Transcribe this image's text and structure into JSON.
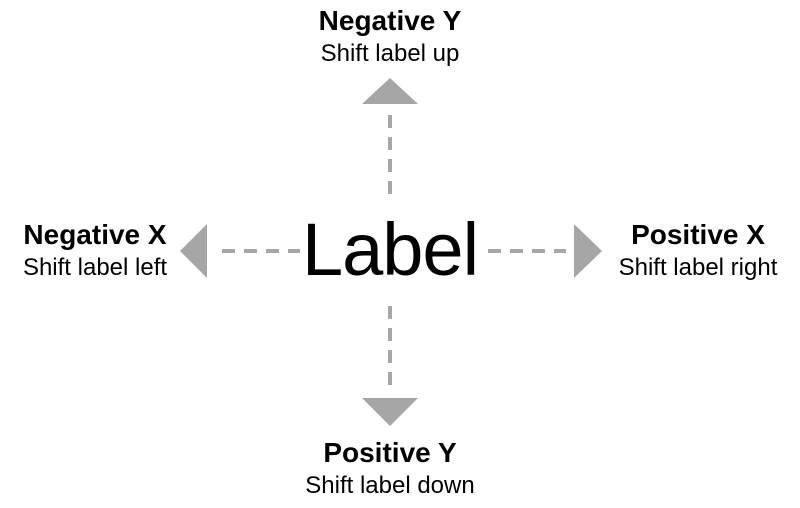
{
  "center_label": "Label",
  "directions": {
    "top": {
      "title": "Negative Y",
      "description": "Shift label up"
    },
    "bottom": {
      "title": "Positive Y",
      "description": "Shift label down"
    },
    "left": {
      "title": "Negative X",
      "description": "Shift label left"
    },
    "right": {
      "title": "Positive X",
      "description": "Shift label right"
    }
  },
  "colors": {
    "arrow": "#a6a6a6",
    "text": "#000000",
    "background": "#ffffff"
  }
}
